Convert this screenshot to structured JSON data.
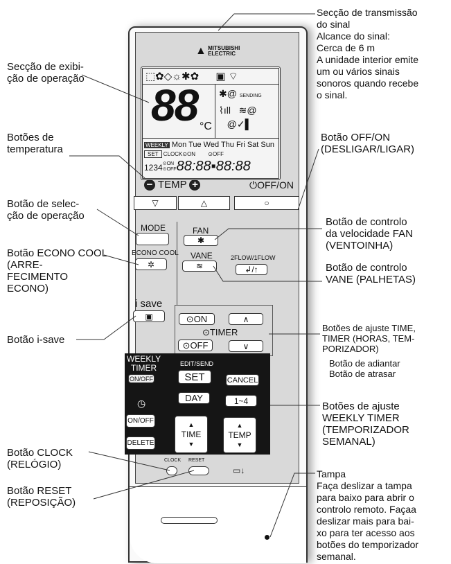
{
  "remote": {
    "brand": "MITSUBISHI\nELECTRIC",
    "lcd": {
      "temp": "88",
      "unit": "°C",
      "weekly": "WEEKLY",
      "days": "Mon Tue Wed Thu Fri Sat Sun",
      "set": "SET",
      "clock_on": "CLOCK⊙ON",
      "off": "⊙OFF",
      "nums": "1234",
      "on_off": "⊙ON\n⊙OFF",
      "time1": "88:88",
      "time2": "88:88",
      "sending": "SENDING"
    },
    "temp_label": "TEMP",
    "minus": "−",
    "plus": "+",
    "offon_label": "⏻OFF/ON",
    "down_arrow": "▽",
    "up_arrow": "△",
    "offon_symbol": "○",
    "mode": "MODE",
    "fan": "FAN",
    "fan_icon": "✱",
    "econo_cool": "ECONO COOL",
    "econo_icon": "✲",
    "vane": "VANE",
    "vane_icon": "≋",
    "flow": "2FLOW/1FLOW",
    "flow_icon": "↲/↑",
    "isave": "i save",
    "isave_icon": "▣",
    "timer_on": "⊙ON",
    "timer_off": "⊙OFF",
    "timer": "⊙TIMER",
    "timer_up": "∧",
    "timer_down": "∨",
    "weekly_timer": "WEEKLY\nTIMER",
    "weekly_onoff": "ON/OFF",
    "edit_send": "EDIT/SEND",
    "set": "SET",
    "cancel": "CANCEL",
    "clock_icon": "◷",
    "day": "DAY",
    "range": "1~4",
    "onoff": "ON/OFF",
    "delete": "DELETE",
    "time": "TIME",
    "temp": "TEMP",
    "tri_up": "▲",
    "tri_down": "▼",
    "clock": "CLOCK",
    "reset": "RESET",
    "battery": "▭↓"
  },
  "labels": {
    "display": "Secção de exibi-\nção de operação",
    "temp_buttons": "Botões de\ntemperatura",
    "mode_button": "Botão de selec-\nção de operação",
    "econo_button": "Botão ECONO COOL\n(ARRE-\nFECIMENTO\nECONO)",
    "isave_button": "Botão i-save",
    "clock_button": "Botão CLOCK\n(RELÓGIO)",
    "reset_button": "Botão RESET\n(REPOSIÇÃO)",
    "transmission": "Secção de transmissão\ndo sinal\nAlcance do sinal:\nCerca de 6 m\nA unidade interior emite\num ou vários sinais\nsonoros quando recebe\no sinal.",
    "offon_button": "Botão OFF/ON\n(DESLIGAR/LIGAR)",
    "fan_button": "Botão de controlo\nda velocidade FAN\n(VENTOINHA)",
    "vane_button": "Botão de controlo\nVANE (PALHETAS)",
    "timer_buttons": "Botões de ajuste TIME,\nTIMER (HORAS, TEM-\nPORIZADOR)",
    "advance_delay": "Botão de adiantar\nBotão de atrasar",
    "weekly_buttons": "Botões de ajuste\nWEEKLY TIMER\n(TEMPORIZADOR\nSEMANAL)",
    "cover": "Tampa\nFaça deslizar a tampa\npara baixo para abrir o\ncontrolo remoto. Façaa\ndeslizar mais para bai-\nxo para ter acesso aos\nbotões do temporizador\nsemanal."
  }
}
